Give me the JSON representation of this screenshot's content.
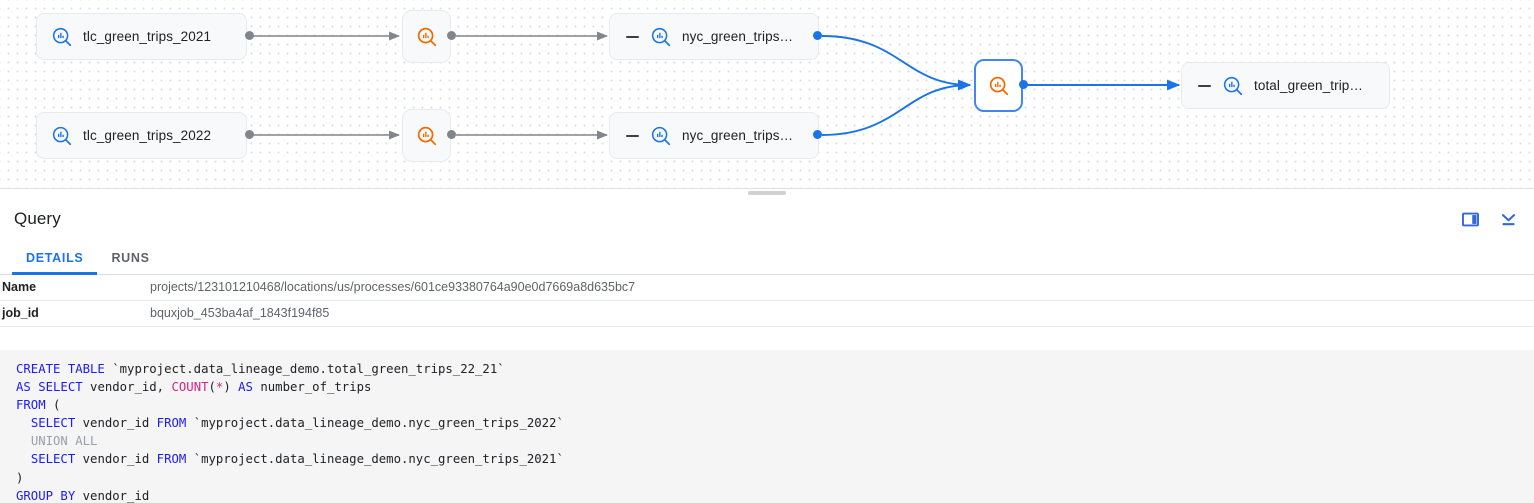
{
  "graph": {
    "nodes": [
      {
        "id": "tlc2021",
        "kind": "table",
        "label": "tlc_green_trips_2021",
        "icon": "bigquery-blue-icon",
        "selected": false,
        "collapsible": false
      },
      {
        "id": "tlc2022",
        "kind": "table",
        "label": "tlc_green_trips_2022",
        "icon": "bigquery-blue-icon",
        "selected": false,
        "collapsible": false
      },
      {
        "id": "proc1",
        "kind": "process",
        "label": "",
        "icon": "bigquery-orange-icon",
        "selected": false,
        "collapsible": false
      },
      {
        "id": "proc2",
        "kind": "process",
        "label": "",
        "icon": "bigquery-orange-icon",
        "selected": false,
        "collapsible": false
      },
      {
        "id": "nyc1",
        "kind": "table",
        "label": "nyc_green_trips…",
        "icon": "bigquery-blue-icon",
        "selected": false,
        "collapsible": true
      },
      {
        "id": "nyc2",
        "kind": "table",
        "label": "nyc_green_trips…",
        "icon": "bigquery-blue-icon",
        "selected": false,
        "collapsible": true
      },
      {
        "id": "proc3",
        "kind": "process",
        "label": "",
        "icon": "bigquery-orange-icon",
        "selected": true,
        "collapsible": false
      },
      {
        "id": "total",
        "kind": "table",
        "label": "total_green_trip…",
        "icon": "bigquery-blue-icon",
        "selected": false,
        "collapsible": true
      }
    ],
    "colors": {
      "edge_gray": "#80868b",
      "edge_blue": "#1a73e8",
      "node_fill": "#f8f9fa",
      "selected_border": "#4285f4",
      "accent": "#1a73e8",
      "orange": "#ef6c00"
    }
  },
  "panel": {
    "title": "Query",
    "actions": [
      {
        "name": "split-pane-icon",
        "label": ""
      },
      {
        "name": "collapse-panel-icon",
        "label": ""
      }
    ],
    "tabs": [
      {
        "label": "DETAILS",
        "active": true
      },
      {
        "label": "RUNS",
        "active": false
      }
    ],
    "properties": [
      {
        "key": "Name",
        "value": "projects/123101210468/locations/us/processes/601ce93380764a90e0d7669a8d635bc7"
      },
      {
        "key": "job_id",
        "value": "bquxjob_453ba4af_1843f194f85"
      }
    ]
  },
  "code": {
    "language": "sql",
    "lines": [
      [
        {
          "t": "CREATE TABLE ",
          "c": "kw"
        },
        {
          "t": "`myproject.data_lineage_demo.total_green_trips_22_21`",
          "c": "plain"
        }
      ],
      [
        {
          "t": "AS SELECT ",
          "c": "kw"
        },
        {
          "t": "vendor_id, ",
          "c": "plain"
        },
        {
          "t": "COUNT",
          "c": "fnkw"
        },
        {
          "t": "(",
          "c": "plain"
        },
        {
          "t": "*",
          "c": "fnkw"
        },
        {
          "t": ") ",
          "c": "plain"
        },
        {
          "t": "AS ",
          "c": "kw"
        },
        {
          "t": "number_of_trips",
          "c": "plain"
        }
      ],
      [
        {
          "t": "FROM",
          "c": "kw"
        },
        {
          "t": " (",
          "c": "plain"
        }
      ],
      [
        {
          "t": "  ",
          "c": "plain"
        },
        {
          "t": "SELECT",
          "c": "kw"
        },
        {
          "t": " vendor_id ",
          "c": "plain"
        },
        {
          "t": "FROM",
          "c": "kw"
        },
        {
          "t": " `myproject.data_lineage_demo.nyc_green_trips_2022`",
          "c": "plain"
        }
      ],
      [
        {
          "t": "  ",
          "c": "plain"
        },
        {
          "t": "UNION ALL",
          "c": "cmtkw"
        }
      ],
      [
        {
          "t": "  ",
          "c": "plain"
        },
        {
          "t": "SELECT",
          "c": "kw"
        },
        {
          "t": " vendor_id ",
          "c": "plain"
        },
        {
          "t": "FROM",
          "c": "kw"
        },
        {
          "t": " `myproject.data_lineage_demo.nyc_green_trips_2021`",
          "c": "plain"
        }
      ],
      [
        {
          "t": ")",
          "c": "plain"
        }
      ],
      [
        {
          "t": "GROUP BY",
          "c": "kw"
        },
        {
          "t": " vendor_id",
          "c": "plain"
        }
      ]
    ]
  }
}
